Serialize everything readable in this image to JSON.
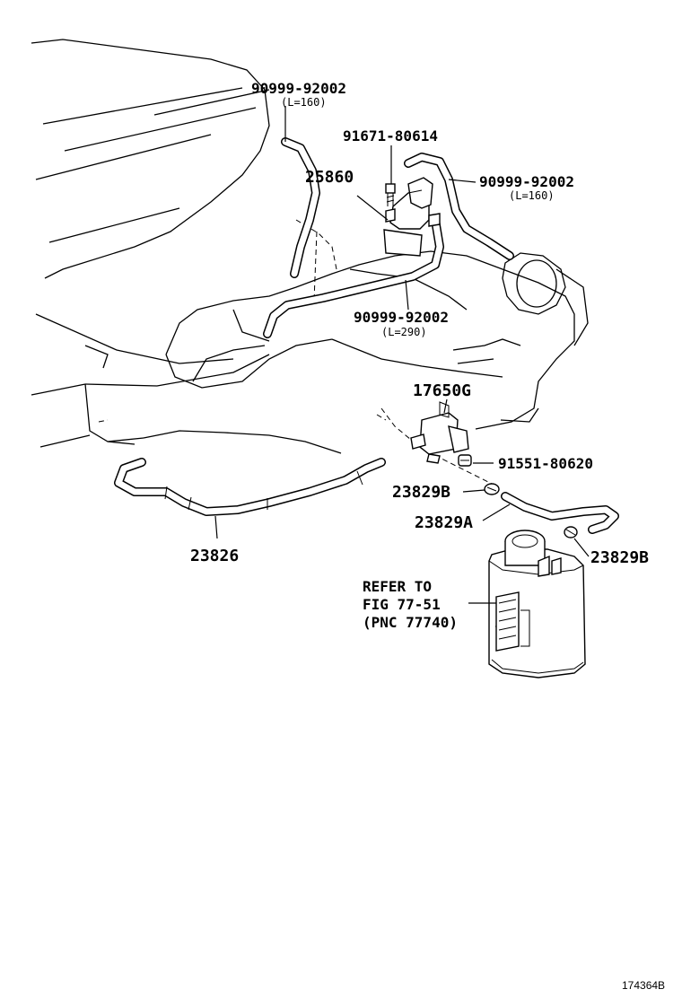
{
  "labels": {
    "hose_top_left": "90999-92002",
    "hose_top_left_len": "(L=160)",
    "bolt": "91671-80614",
    "valve_top": "25860",
    "hose_top_right": "90999-92002",
    "hose_top_right_len": "(L=160)",
    "hose_mid": "90999-92002",
    "hose_mid_len": "(L=290)",
    "vsv": "17650G",
    "nut": "91551-80620",
    "clamp_left": "23829B",
    "hose_canister": "23829A",
    "clamp_right": "23829B",
    "hose_lower": "23826",
    "refer_line1": "REFER TO",
    "refer_line2": "FIG 77-51",
    "refer_line3": "(PNC 77740)",
    "figure_id": "174364B"
  }
}
